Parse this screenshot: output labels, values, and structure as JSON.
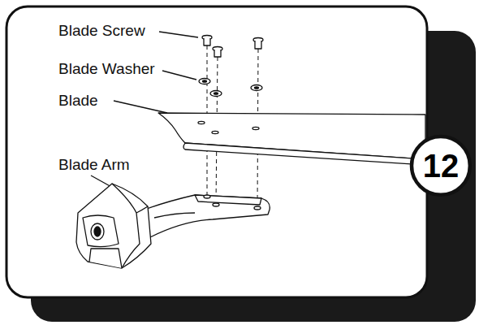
{
  "diagram": {
    "nodes": [
      {
        "text": [
          "12"
        ]
      }
    ],
    "labels": [
      "Blade Screw",
      "Blade Washer",
      "Blade",
      "Blade Arm"
    ]
  }
}
